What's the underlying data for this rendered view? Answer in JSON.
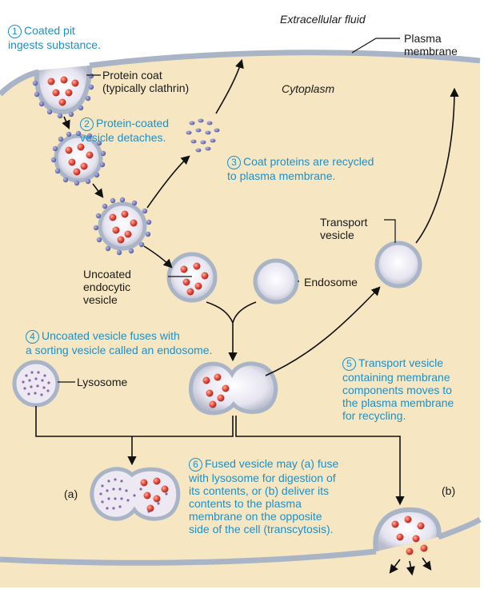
{
  "regions": {
    "extracellular": "Extracellular fluid",
    "plasma_membrane": "Plasma\nmembrane",
    "cytoplasm": "Cytoplasm"
  },
  "structures": {
    "protein_coat": "Protein coat\n(typically clathrin)",
    "uncoated_vesicle": "Uncoated\nendocytic\nvesicle",
    "endosome": "Endosome",
    "transport_vesicle": "Transport\nvesicle",
    "lysosome": "Lysosome",
    "panel_a": "(a)",
    "panel_b": "(b)"
  },
  "steps": [
    {
      "number": "1",
      "text": "Coated pit\ningests substance."
    },
    {
      "number": "2",
      "text": "Protein-coated\nvesicle detaches."
    },
    {
      "number": "3",
      "text": "Coat proteins are recycled\nto plasma membrane."
    },
    {
      "number": "4",
      "text": "Uncoated vesicle fuses with\na sorting vesicle called an endosome."
    },
    {
      "number": "5",
      "text": "Transport vesicle\ncontaining membrane\ncomponents moves to\nthe plasma membrane\nfor recycling."
    },
    {
      "number": "6",
      "text": "Fused vesicle may (a) fuse\nwith lysosome for digestion of\nits contents, or (b) deliver its\ncontents to the plasma\nmembrane on the opposite\nside of the cell (transcytosis)."
    }
  ],
  "colors": {
    "cytoplasm": "#f6e7c2",
    "membrane": "#a9b4c6",
    "coat_protein": "#6f74b6",
    "vesicle_fill": "#8f96aa",
    "cargo": "#e14b3b",
    "lysosome_dots": "#8a68a8",
    "step_text": "#1f8fc7"
  }
}
